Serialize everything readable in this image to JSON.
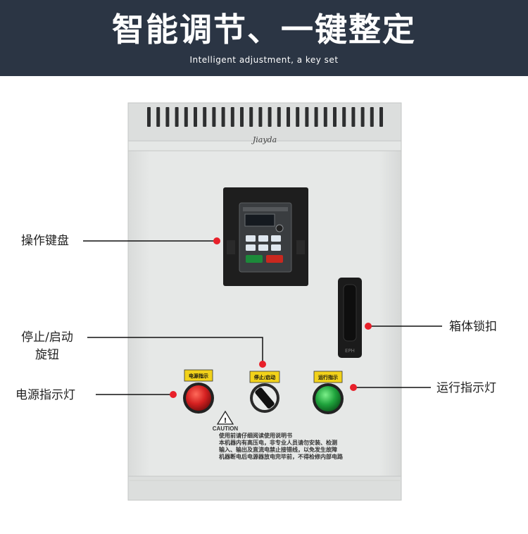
{
  "header": {
    "title": "智能调节、一键整定",
    "subtitle": "Intelligent adjustment, a key set"
  },
  "cabinet": {
    "brand": "Jiayda",
    "caution_title": "CAUTION",
    "caution_lines": [
      "使用前请仔细阅读使用说明书",
      "本机器内有高压电，非专业人员请勿安装、检测",
      "输入、输出及直流电禁止接错线，以免发生故障",
      "机器断电后电源器放电完毕前，不得检修内部电路"
    ],
    "lock_tag": "EPH",
    "buttons": {
      "power_tag": "电源指示",
      "stop_tag": "停止/启动",
      "run_tag": "运行指示"
    }
  },
  "callouts": {
    "keypad": "操作键盘",
    "lock": "箱体锁扣",
    "stop_start_line1": "停止/启动",
    "stop_start_line2": "旋钮",
    "power": "电源指示灯",
    "run": "运行指示灯"
  },
  "colors": {
    "banner": "#2b3544",
    "cabinet": "#e3e5e4",
    "callout_dot": "#e8202a",
    "red_light": "#d42020",
    "green_light": "#1fa33c",
    "tag_yellow": "#f2d21a"
  }
}
